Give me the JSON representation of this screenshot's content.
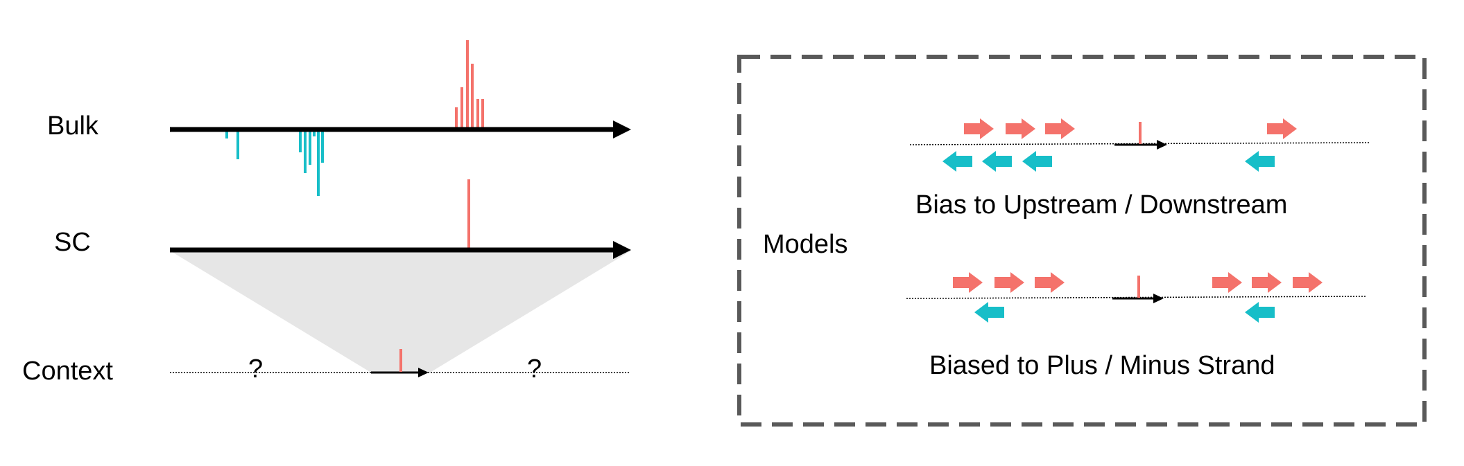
{
  "labels": {
    "bulk": "Bulk",
    "sc": "SC",
    "context": "Context",
    "unknown_left": "?",
    "unknown_right": "?"
  },
  "models": {
    "title": "Models",
    "model1": "Bias to Upstream / Downstream",
    "model2": "Biased to Plus / Minus Strand"
  },
  "colors": {
    "plus": "#f4726b",
    "minus": "#17bec8",
    "axis": "#000000",
    "zoom": "#e6e6e6",
    "frame": "#595959"
  }
}
